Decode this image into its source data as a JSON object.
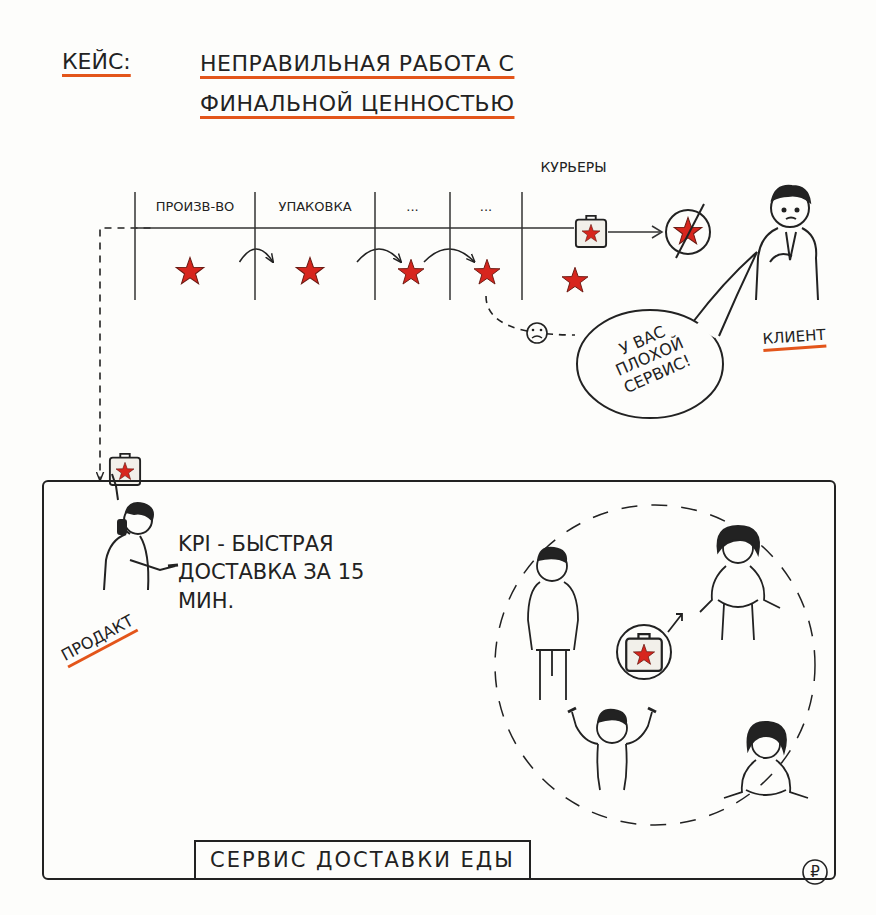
{
  "diagram": {
    "title": "НЕПРАВИЛЬНАЯ РАБОТА С ФИНАЛЬНОЙ ЦЕННОСТЬЮ",
    "nodes": [
      {
        "text": [
          "ПРОИЗВ-ВО"
        ]
      },
      {
        "text": [
          "УПАКОВКА"
        ]
      },
      {
        "text": [
          "..."
        ]
      },
      {
        "text": [
          "..."
        ]
      },
      {
        "text": [
          "КУРЬЕРЫ"
        ]
      },
      {
        "text": [
          "У ВАС ПЛОХОЙ СЕРВИС!"
        ]
      },
      {
        "text": [
          "СЕРВИС ДОСТАВКИ ЕДЫ"
        ]
      }
    ],
    "edges": [
      {
        "from": 0,
        "to": 1,
        "arrow": "to"
      },
      {
        "from": 1,
        "to": 2,
        "arrow": "to"
      },
      {
        "from": 2,
        "to": 3,
        "arrow": "to"
      },
      {
        "from": 3,
        "to": 5,
        "arrow": "none"
      },
      {
        "from": 0,
        "to": 6,
        "arrow": "to"
      }
    ],
    "labels": [
      "КЕЙС:",
      "КЛИЕНТ",
      "ПРОДАКТ",
      "KPI - БЫСТРАЯ ДОСТАВКА ЗА 15 МИН.",
      "₽"
    ]
  }
}
